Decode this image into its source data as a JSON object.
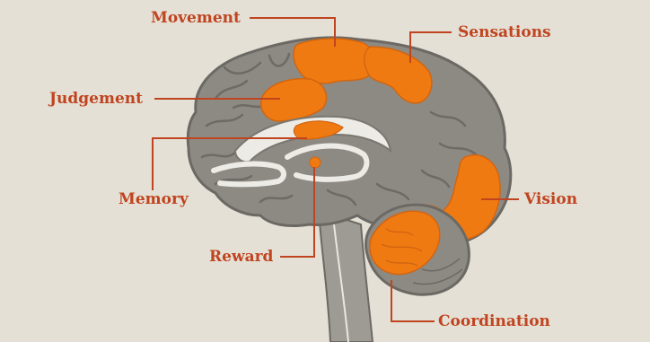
{
  "diagram": {
    "labels": {
      "movement": "Movement",
      "sensations": "Sensations",
      "judgement": "Judgement",
      "memory": "Memory",
      "vision": "Vision",
      "reward": "Reward",
      "coordination": "Coordination"
    }
  },
  "colors": {
    "background": "#e4e0d6",
    "brain_gray": "#8d8a84",
    "brain_outline": "#6c6964",
    "highlight_orange": "#f07a12",
    "label_red": "#c0441f",
    "inner_white": "#ecebe6"
  }
}
